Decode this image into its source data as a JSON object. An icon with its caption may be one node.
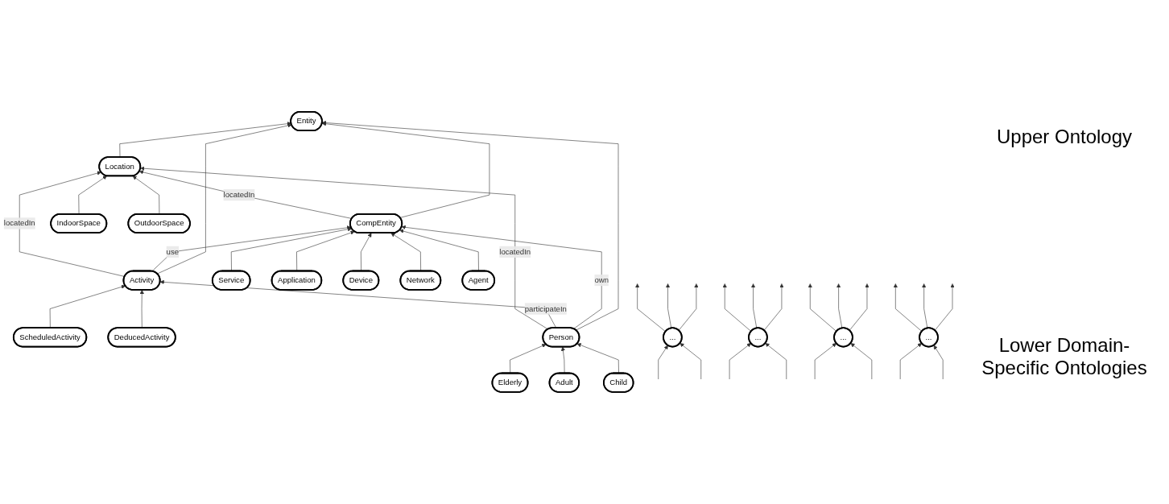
{
  "diagram": {
    "nodes": [
      {
        "text": [
          "Entity"
        ]
      },
      {
        "text": [
          "CompEntity"
        ]
      },
      {
        "text": [
          "Activity"
        ]
      },
      {
        "text": [
          "Service"
        ]
      },
      {
        "text": [
          "Application"
        ]
      },
      {
        "text": [
          "Device"
        ]
      },
      {
        "text": [
          "Network"
        ]
      },
      {
        "text": [
          "Agent"
        ]
      },
      {
        "text": [
          "ScheduledActivity"
        ]
      },
      {
        "text": [
          "DeducedActivity"
        ]
      },
      {
        "text": [
          "Location"
        ]
      },
      {
        "text": [
          "Person"
        ]
      },
      {
        "text": [
          "IndoorSpace"
        ]
      },
      {
        "text": [
          "OutdoorSpace"
        ]
      },
      {
        "text": [
          "Child"
        ]
      },
      {
        "text": [
          "Adult"
        ]
      },
      {
        "text": [
          "Elderly"
        ]
      },
      {
        "text": [
          "..."
        ]
      },
      {
        "text": [
          "..."
        ]
      },
      {
        "text": [
          "..."
        ]
      },
      {
        "text": [
          "..."
        ]
      }
    ],
    "edges": [
      {
        "from": 1,
        "to": 0,
        "arrow": "to"
      },
      {
        "from": 10,
        "to": 0,
        "arrow": "to"
      },
      {
        "from": 11,
        "to": 0,
        "arrow": "to"
      },
      {
        "from": 2,
        "to": 0,
        "arrow": "to"
      },
      {
        "from": 2,
        "to": 1,
        "arrow": "to",
        "label": "use"
      },
      {
        "from": 1,
        "to": 10,
        "arrow": "to",
        "label": "locatedIn"
      },
      {
        "from": 11,
        "to": 1,
        "arrow": "to",
        "label": "own"
      },
      {
        "from": 2,
        "to": 10,
        "arrow": "to",
        "label": "locatedIn"
      },
      {
        "from": 11,
        "to": 2,
        "arrow": "to",
        "label": "participateIn"
      },
      {
        "from": 11,
        "to": 10,
        "arrow": "to",
        "label": "locatedIn"
      },
      {
        "from": 3,
        "to": 1,
        "arrow": "to"
      },
      {
        "from": 4,
        "to": 1,
        "arrow": "to"
      },
      {
        "from": 5,
        "to": 1,
        "arrow": "to"
      },
      {
        "from": 6,
        "to": 1,
        "arrow": "to"
      },
      {
        "from": 7,
        "to": 1,
        "arrow": "to"
      },
      {
        "from": 8,
        "to": 2,
        "arrow": "to"
      },
      {
        "from": 9,
        "to": 2,
        "arrow": "to"
      },
      {
        "from": 12,
        "to": 10,
        "arrow": "to"
      },
      {
        "from": 13,
        "to": 10,
        "arrow": "to"
      },
      {
        "from": 14,
        "to": 11,
        "arrow": "to"
      },
      {
        "from": 15,
        "to": 11,
        "arrow": "to"
      },
      {
        "from": 16,
        "to": 11,
        "arrow": "to"
      },
      {
        "from": 17,
        "to": null,
        "arrow": "to"
      },
      {
        "from": 18,
        "to": null,
        "arrow": "to"
      },
      {
        "from": 19,
        "to": null,
        "arrow": "to"
      },
      {
        "from": 20,
        "to": null,
        "arrow": "to"
      },
      {
        "from": null,
        "to": 17,
        "arrow": "to"
      },
      {
        "from": null,
        "to": 17,
        "arrow": "to"
      },
      {
        "from": 17,
        "to": null,
        "arrow": "to"
      },
      {
        "from": 17,
        "to": null,
        "arrow": "to"
      },
      {
        "from": null,
        "to": 18,
        "arrow": "to"
      },
      {
        "from": null,
        "to": 18,
        "arrow": "to"
      },
      {
        "from": 18,
        "to": null,
        "arrow": "to"
      },
      {
        "from": 18,
        "to": null,
        "arrow": "to"
      },
      {
        "from": null,
        "to": 19,
        "arrow": "to"
      },
      {
        "from": null,
        "to": 19,
        "arrow": "to"
      },
      {
        "from": 19,
        "to": null,
        "arrow": "to"
      },
      {
        "from": 19,
        "to": null,
        "arrow": "to"
      },
      {
        "from": null,
        "to": 20,
        "arrow": "to"
      },
      {
        "from": null,
        "to": 20,
        "arrow": "to"
      },
      {
        "from": 20,
        "to": null,
        "arrow": "to"
      },
      {
        "from": 20,
        "to": null,
        "arrow": "to"
      }
    ],
    "labels": [
      "Upper Ontology",
      "Lower Domain-Specific Ontologies"
    ]
  }
}
